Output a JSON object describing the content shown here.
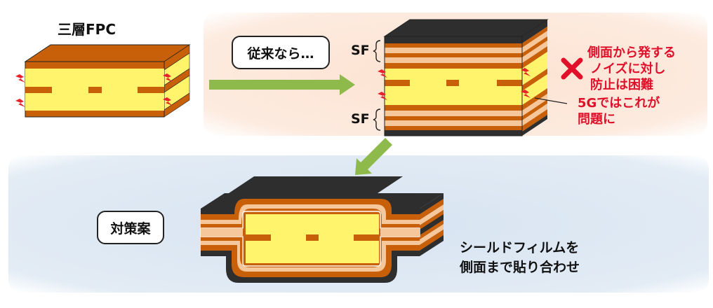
{
  "labels": {
    "three_layer": "三層FPC",
    "conventional": "従来なら…",
    "sf_top": "SF",
    "sf_bottom": "SF",
    "countermeasure": "対策案"
  },
  "warning": {
    "line1": "側面から発する",
    "line2": "ノイズに対し",
    "line3": "防止は困難",
    "note_line1": "5Gではこれが",
    "note_line2": "問題に"
  },
  "solution": {
    "line1": "シールドフィルムを",
    "line2": "側面まで貼り合わせ"
  },
  "colors": {
    "copper": "#c8600a",
    "yellow": "#fff46b",
    "shield_black": "#2e2e2e",
    "light_peach": "#f6c79b",
    "top_panel_bg": "#fde7d8",
    "bottom_panel_bg": "#dce7f2",
    "arrow_green": "#8dba4a",
    "warning_red": "#e0102a",
    "spark_red": "#e8202a"
  }
}
